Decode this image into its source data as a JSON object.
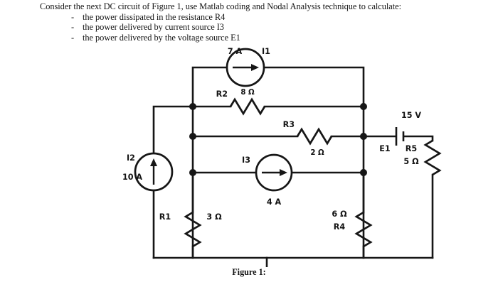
{
  "document": {
    "prompt_intro": "Consider the next DC circuit of Figure 1, use Matlab coding and Nodal Analysis technique to calculate:",
    "bullet_marker": "-",
    "bullets": [
      "the power dissipated in the resistance R4",
      "the power delivered by current source I3",
      "the power delivered by the voltage source E1"
    ],
    "figure_caption": "Figure 1:"
  },
  "circuit": {
    "components": {
      "I1": {
        "name": "I1",
        "value": "7 A",
        "type": "current-source",
        "direction": "right"
      },
      "I2": {
        "name": "I2",
        "value": "10 A",
        "type": "current-source",
        "direction": "up"
      },
      "I3": {
        "name": "I3",
        "value": "4 A",
        "type": "current-source",
        "direction": "right"
      },
      "E1": {
        "name": "E1",
        "value": "15 V",
        "type": "voltage-source"
      },
      "R1": {
        "name": "R1",
        "value": "3 Ω",
        "type": "resistor",
        "orientation": "vertical"
      },
      "R2": {
        "name": "R2",
        "value": "8 Ω",
        "type": "resistor",
        "orientation": "horizontal"
      },
      "R3": {
        "name": "R3",
        "value": "2 Ω",
        "type": "resistor",
        "orientation": "horizontal"
      },
      "R4": {
        "name": "R4",
        "value": "6 Ω",
        "type": "resistor",
        "orientation": "vertical"
      },
      "R5": {
        "name": "R5",
        "value": "5 Ω",
        "type": "resistor",
        "orientation": "vertical"
      }
    },
    "ground": {
      "label": "",
      "symbol": "earth-ground"
    },
    "colors": {
      "wire": "#161616",
      "background": "#ffffff",
      "text": "#141414"
    }
  }
}
